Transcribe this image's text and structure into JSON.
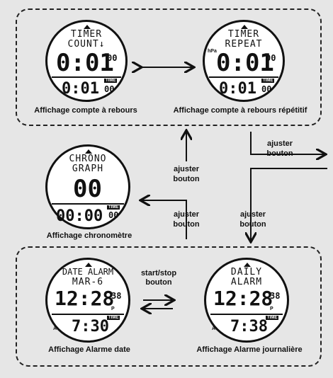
{
  "watches": {
    "countdown": {
      "line1": "TIMER",
      "line2": "COUNT↓",
      "main": "0:01",
      "main_sec": "00",
      "tag": "TIME",
      "low": "0:01",
      "low_sec": "00",
      "caption": "Affichage compte à rebours"
    },
    "repeat": {
      "line1": "TIMER",
      "line2": "REPEAT",
      "side": "hPa",
      "main": "0:01",
      "main_sec": "00",
      "tag": "TIME",
      "low": "0:01",
      "low_sec": "00",
      "caption": "Affichage compte à rebours répétitif"
    },
    "chrono": {
      "line1": "CHRONO",
      "line2": "GRAPH",
      "main": "00",
      "tag": "TIME",
      "low": "00:00",
      "low_sec": "00",
      "caption": "Affichage chronomètre"
    },
    "date_alarm": {
      "line1": "DATE ALARM",
      "line2": "MAR-6",
      "main": "12:28",
      "main_sec": "38",
      "ampm": "P",
      "tag": "TIME",
      "a": "A",
      "low": "7:30",
      "caption": "Affichage Alarme date"
    },
    "daily_alarm": {
      "line1": "DAILY",
      "line2": "ALARM",
      "main": "12:28",
      "main_sec": "38",
      "ampm": "P",
      "tag": "TIME",
      "a": "A",
      "low": "7:38",
      "caption": "Affichage Alarme journalière"
    }
  },
  "arrows": {
    "adjust_top": "ajuster\nbouton",
    "adjust_mid": "ajuster\nbouton",
    "adjust_right_top": "ajuster\nbouton",
    "adjust_right_bottom": "ajuster\nbouton",
    "start_stop": "start/stop\nbouton"
  }
}
